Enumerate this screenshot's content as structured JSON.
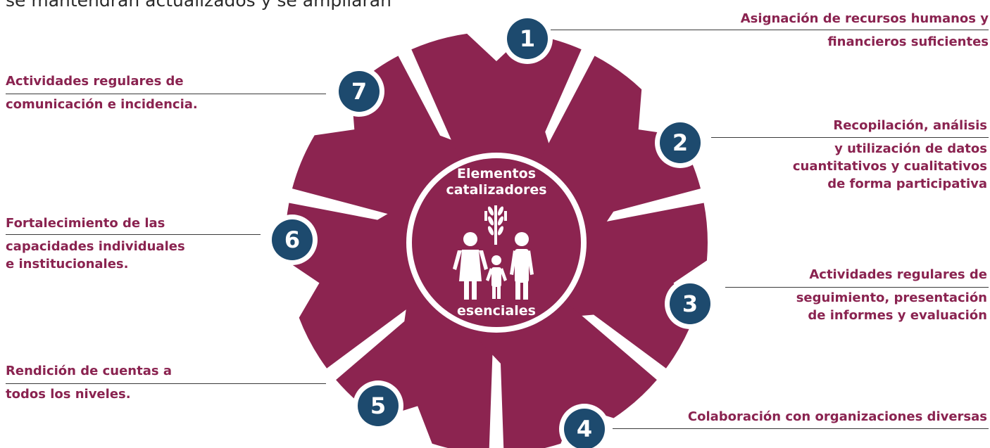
{
  "header": {
    "text": "se mantendrán actualizados y se ampliarán"
  },
  "center": {
    "title_line1": "Elementos",
    "title_line2": "catalizadores",
    "bottom": "esenciales",
    "icon": "family-wheat-icon"
  },
  "items": [
    {
      "number": "1",
      "lines": [
        "Asignación de recursos humanos y",
        "financieros suficientes"
      ]
    },
    {
      "number": "2",
      "lines": [
        "Recopilación, análisis",
        "y utilización de datos",
        "cuantitativos y cualitativos",
        "de forma participativa"
      ]
    },
    {
      "number": "3",
      "lines": [
        "Actividades regulares de",
        "seguimiento, presentación",
        "de informes y evaluación"
      ]
    },
    {
      "number": "4",
      "lines": [
        "Colaboración con organizaciones diversas"
      ]
    },
    {
      "number": "5",
      "lines": [
        "Rendición de cuentas a",
        "todos los niveles."
      ]
    },
    {
      "number": "6",
      "lines": [
        "Fortalecimiento de las",
        "capacidades individuales",
        "e institucionales."
      ]
    },
    {
      "number": "7",
      "lines": [
        "Actividades regulares de",
        "comunicación e incidencia."
      ]
    }
  ],
  "colors": {
    "segment": "#8c2450",
    "badge": "#1d4a6e",
    "label": "#8a2350",
    "center_text": "#ffffff"
  }
}
